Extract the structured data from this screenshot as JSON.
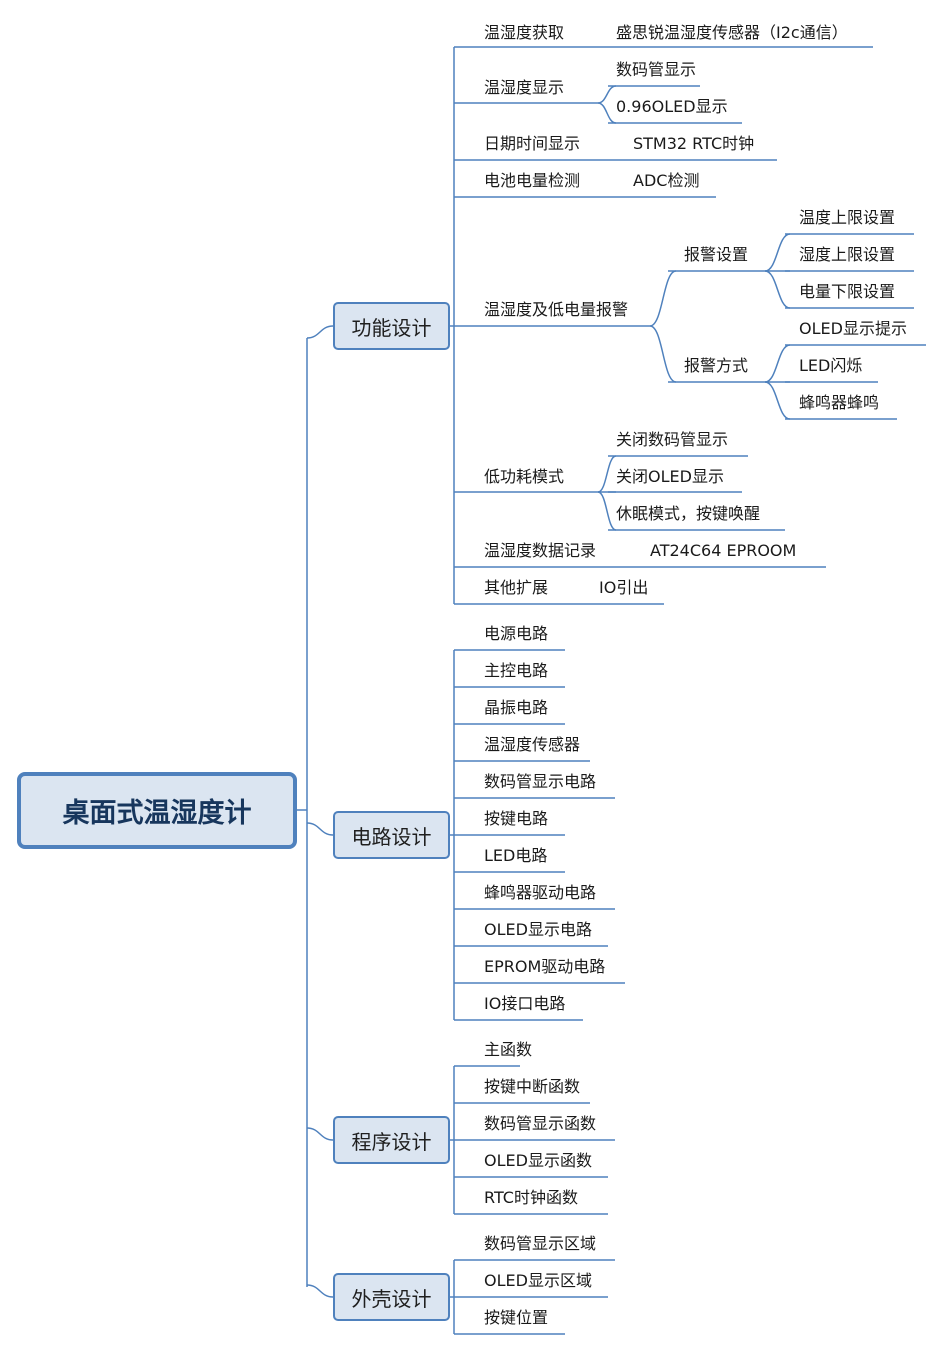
{
  "root": {
    "label": "桌面式温湿度计"
  },
  "branches": [
    {
      "label": "功能设计",
      "children": [
        {
          "label": "温湿度获取",
          "children": [
            {
              "label": "盛思锐温湿度传感器（I2c通信）"
            }
          ]
        },
        {
          "label": "温湿度显示",
          "children": [
            {
              "label": "数码管显示"
            },
            {
              "label": "0.96OLED显示"
            }
          ]
        },
        {
          "label": "日期时间显示",
          "children": [
            {
              "label": "STM32  RTC时钟"
            }
          ]
        },
        {
          "label": "电池电量检测",
          "children": [
            {
              "label": "ADC检测"
            }
          ]
        },
        {
          "label": "温湿度及低电量报警",
          "children": [
            {
              "label": "报警设置",
              "children": [
                {
                  "label": "温度上限设置"
                },
                {
                  "label": "湿度上限设置"
                },
                {
                  "label": "电量下限设置"
                }
              ]
            },
            {
              "label": "报警方式",
              "children": [
                {
                  "label": "OLED显示提示"
                },
                {
                  "label": "LED闪烁"
                },
                {
                  "label": "蜂鸣器蜂鸣"
                }
              ]
            }
          ]
        },
        {
          "label": "低功耗模式",
          "children": [
            {
              "label": "关闭数码管显示"
            },
            {
              "label": "关闭OLED显示"
            },
            {
              "label": "休眠模式，按键唤醒"
            }
          ]
        },
        {
          "label": "温湿度数据记录",
          "children": [
            {
              "label": "AT24C64   EPROOM"
            }
          ]
        },
        {
          "label": "其他扩展",
          "children": [
            {
              "label": "IO引出"
            }
          ]
        }
      ]
    },
    {
      "label": "电路设计",
      "children": [
        {
          "label": "电源电路"
        },
        {
          "label": "主控电路"
        },
        {
          "label": "晶振电路"
        },
        {
          "label": "温湿度传感器"
        },
        {
          "label": "数码管显示电路"
        },
        {
          "label": "按键电路"
        },
        {
          "label": "LED电路"
        },
        {
          "label": "蜂鸣器驱动电路"
        },
        {
          "label": "OLED显示电路"
        },
        {
          "label": "EPROM驱动电路"
        },
        {
          "label": "IO接口电路"
        }
      ]
    },
    {
      "label": "程序设计",
      "children": [
        {
          "label": "主函数"
        },
        {
          "label": "按键中断函数"
        },
        {
          "label": "数码管显示函数"
        },
        {
          "label": "OLED显示函数"
        },
        {
          "label": "RTC时钟函数"
        }
      ]
    },
    {
      "label": "外壳设计",
      "children": [
        {
          "label": "数码管显示区域"
        },
        {
          "label": "OLED显示区域"
        },
        {
          "label": "按键位置"
        }
      ]
    }
  ],
  "colors": {
    "line": "#4f81bd",
    "node_fill": "#dbe5f1",
    "node_border": "#4f81bd",
    "text": "#1a1a1a"
  }
}
